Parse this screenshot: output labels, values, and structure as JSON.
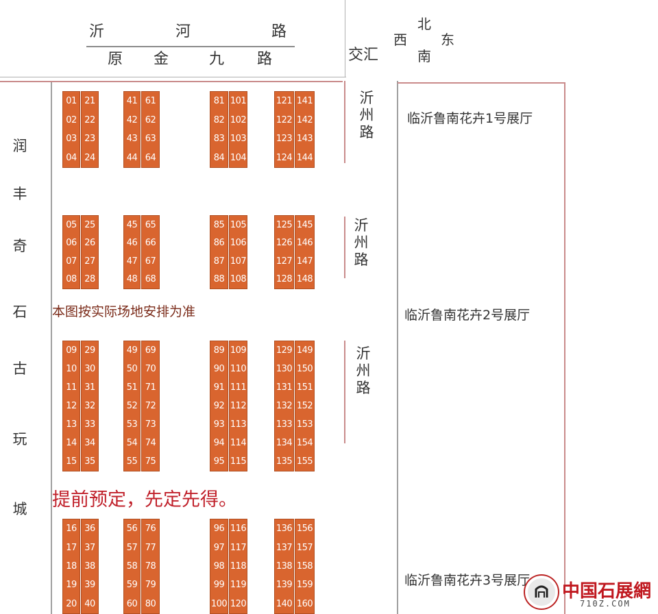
{
  "header": {
    "road_top": [
      "沂",
      "河",
      "路"
    ],
    "road_bottom": [
      "原",
      "金",
      "九",
      "路"
    ],
    "junction": "交汇",
    "compass": {
      "north": "北",
      "south": "南",
      "west": "西",
      "east": "东"
    }
  },
  "left_vertical_label": [
    "润",
    "丰",
    "奇",
    "石",
    "古",
    "玩",
    "城"
  ],
  "side_road": [
    "沂",
    "州",
    "路"
  ],
  "halls": [
    "临沂鲁南花卉1号展厅",
    "临沂鲁南花卉2号展厅",
    "临沂鲁南花卉3号展厅"
  ],
  "note": "本图按实际场地安排为准",
  "slogan": "提前预定，先定先得。",
  "watermark": {
    "name": "中国石展網",
    "site": "710Z.COM"
  },
  "booth_groups": [
    {
      "col_a": [
        "01",
        "02",
        "03",
        "04"
      ],
      "col_b": [
        "21",
        "22",
        "23",
        "24"
      ]
    },
    {
      "col_a": [
        "41",
        "42",
        "43",
        "44"
      ],
      "col_b": [
        "61",
        "62",
        "63",
        "64"
      ]
    },
    {
      "col_a": [
        "81",
        "82",
        "83",
        "84"
      ],
      "col_b": [
        "101",
        "102",
        "103",
        "104"
      ]
    },
    {
      "col_a": [
        "121",
        "122",
        "123",
        "124"
      ],
      "col_b": [
        "141",
        "142",
        "143",
        "144"
      ]
    },
    {
      "col_a": [
        "05",
        "06",
        "07",
        "08"
      ],
      "col_b": [
        "25",
        "26",
        "27",
        "28"
      ]
    },
    {
      "col_a": [
        "45",
        "46",
        "47",
        "48"
      ],
      "col_b": [
        "65",
        "66",
        "67",
        "68"
      ]
    },
    {
      "col_a": [
        "85",
        "86",
        "87",
        "88"
      ],
      "col_b": [
        "105",
        "106",
        "107",
        "108"
      ]
    },
    {
      "col_a": [
        "125",
        "126",
        "127",
        "128"
      ],
      "col_b": [
        "145",
        "146",
        "147",
        "148"
      ]
    },
    {
      "col_a": [
        "09",
        "10",
        "11",
        "12",
        "13",
        "14",
        "15"
      ],
      "col_b": [
        "29",
        "30",
        "31",
        "32",
        "33",
        "34",
        "35"
      ]
    },
    {
      "col_a": [
        "49",
        "50",
        "51",
        "52",
        "53",
        "54",
        "55"
      ],
      "col_b": [
        "69",
        "70",
        "71",
        "72",
        "73",
        "74",
        "75"
      ]
    },
    {
      "col_a": [
        "89",
        "90",
        "91",
        "92",
        "93",
        "94",
        "95"
      ],
      "col_b": [
        "109",
        "110",
        "111",
        "112",
        "113",
        "114",
        "115"
      ]
    },
    {
      "col_a": [
        "129",
        "130",
        "131",
        "132",
        "133",
        "134",
        "135"
      ],
      "col_b": [
        "149",
        "150",
        "151",
        "152",
        "153",
        "154",
        "155"
      ]
    },
    {
      "col_a": [
        "16",
        "17",
        "18",
        "19",
        "20"
      ],
      "col_b": [
        "36",
        "37",
        "38",
        "39",
        "40"
      ]
    },
    {
      "col_a": [
        "56",
        "57",
        "58",
        "59",
        "60"
      ],
      "col_b": [
        "76",
        "77",
        "78",
        "79",
        "80"
      ]
    },
    {
      "col_a": [
        "96",
        "97",
        "98",
        "99",
        "100"
      ],
      "col_b": [
        "116",
        "117",
        "118",
        "119",
        "120"
      ]
    },
    {
      "col_a": [
        "136",
        "137",
        "138",
        "139",
        "140"
      ],
      "col_b": [
        "156",
        "157",
        "158",
        "159",
        "160"
      ]
    }
  ]
}
